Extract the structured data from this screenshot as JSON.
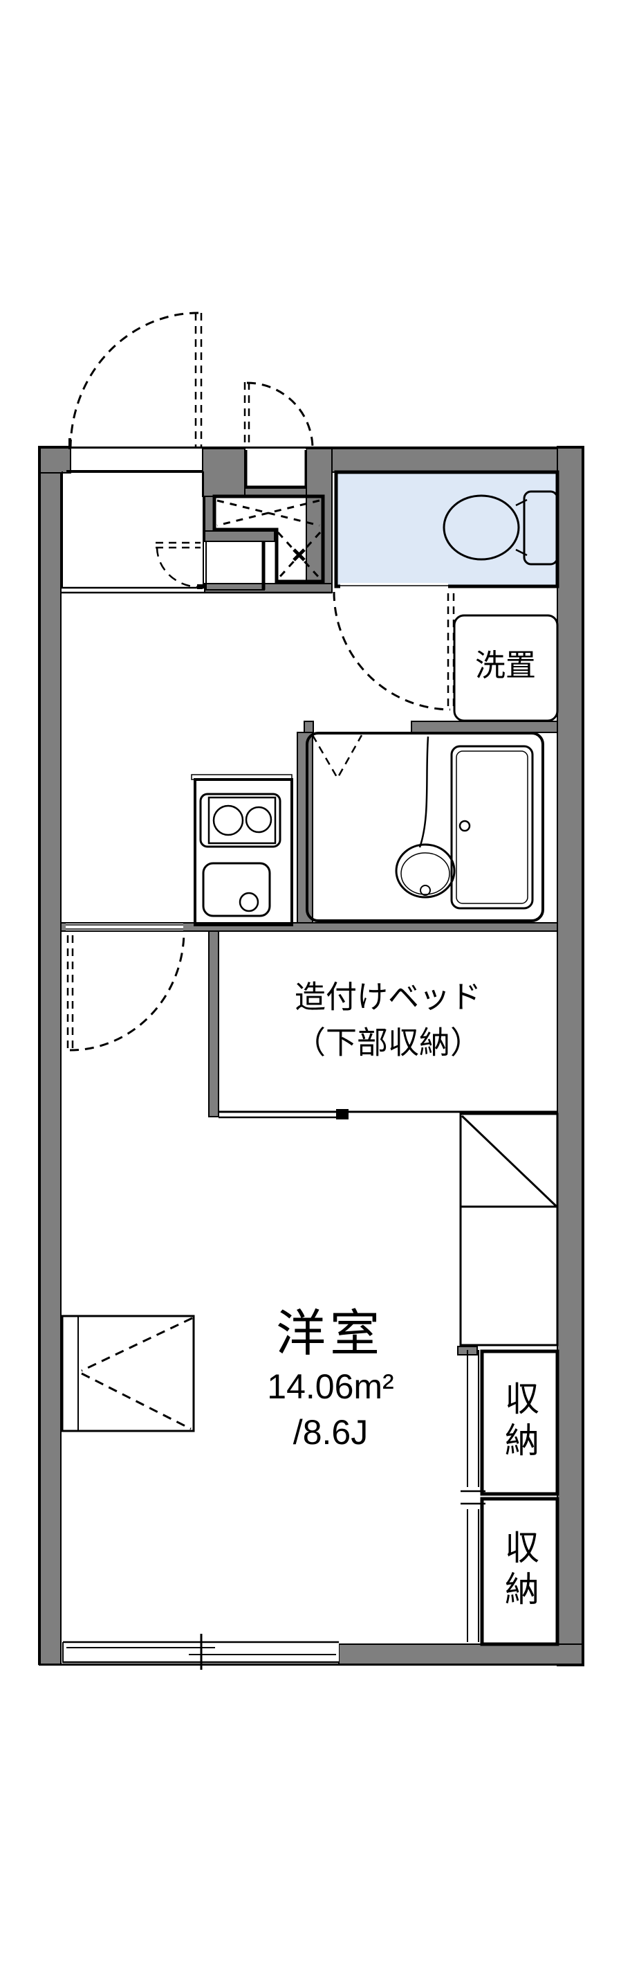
{
  "plan": {
    "title": "apartment-floorplan-1K",
    "labels": {
      "washer": "洗置",
      "bed_line1": "造付けベッド",
      "bed_line2": "（下部収納）",
      "room_name": "洋室",
      "room_area": "14.06m²",
      "room_tatami": "/8.6J",
      "storage_upper": "収納",
      "storage_lower": "収納"
    },
    "colors": {
      "wall": "#7f7f7f",
      "fixture_blue": "#dde8f6",
      "cabinet_cream": "#fcf2dc",
      "line": "#000000",
      "background": "#ffffff"
    },
    "icons": [
      "toilet-icon",
      "bathtub-icon",
      "washbasin-icon",
      "stove-icon",
      "kitchen-sink-icon",
      "window-icon",
      "door-swing-icon",
      "folding-table-icon"
    ]
  }
}
